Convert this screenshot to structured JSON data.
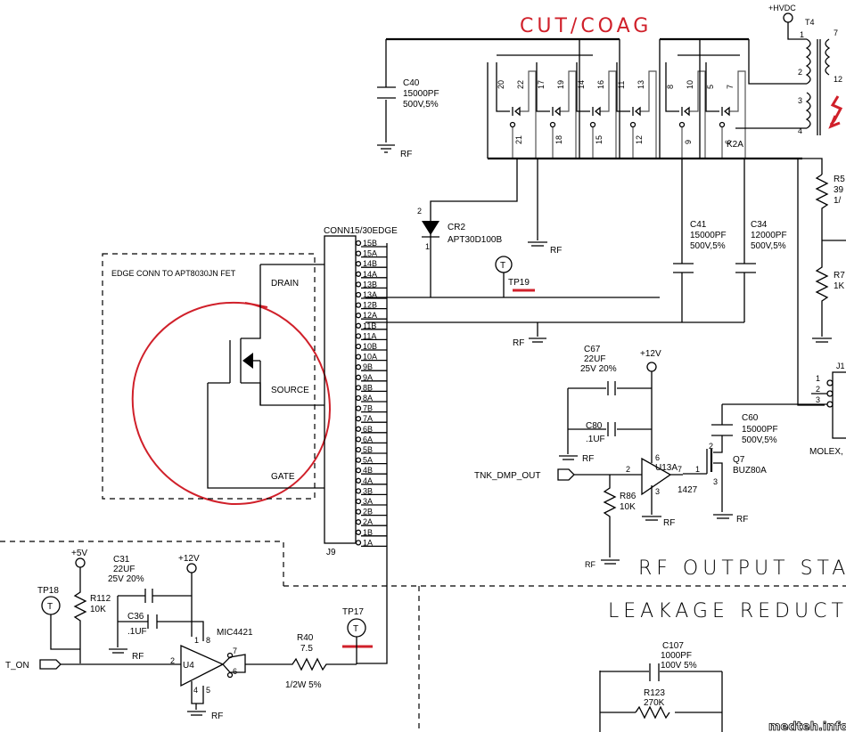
{
  "annotations": {
    "title_red": "CUT/COAG",
    "watermark": "medteh.info"
  },
  "sections": {
    "rf_output": "RF OUTPUT STA",
    "leakage": "LEAKAGE REDUCTIO",
    "fet_box": "EDGE CONN TO APT8030JN FET"
  },
  "fet": {
    "drain": "DRAIN",
    "source": "SOURCE",
    "gate": "GATE"
  },
  "power": {
    "hvdc": "+HVDC",
    "v12a": "+12V",
    "v12b": "+12V",
    "v5": "+5V"
  },
  "ground": "RF",
  "connector": {
    "name": "CONN15/30EDGE",
    "ref": "J9",
    "pins": [
      "15B",
      "15A",
      "14B",
      "14A",
      "13B",
      "13A",
      "12B",
      "12A",
      "11B",
      "11A",
      "10B",
      "10A",
      "9B",
      "9A",
      "8B",
      "8A",
      "7B",
      "7A",
      "6B",
      "6A",
      "5B",
      "5A",
      "4B",
      "4A",
      "3B",
      "3A",
      "2B",
      "2A",
      "1B",
      "1A"
    ]
  },
  "relay": {
    "ref": "K2A",
    "top_pins": [
      "20",
      "22",
      "17",
      "19",
      "14",
      "16",
      "11",
      "13",
      "8",
      "10",
      "5",
      "7"
    ],
    "bottom_pins": [
      "21",
      "18",
      "15",
      "12",
      "9",
      "6"
    ]
  },
  "transformer": {
    "ref": "T4",
    "pins": [
      "1",
      "2",
      "3",
      "4",
      "7",
      "12"
    ]
  },
  "components": {
    "c40": [
      "C40",
      "15000PF",
      "500V,5%"
    ],
    "c41": [
      "C41",
      "15000PF",
      "500V,5%"
    ],
    "c34": [
      "C34",
      "12000PF",
      "500V,5%"
    ],
    "cr2": [
      "CR2",
      "APT30D100B"
    ],
    "cr2_pins": [
      "2",
      "1"
    ],
    "tp19": "TP19",
    "tp18": "TP18",
    "tp17": "TP17",
    "r5x": [
      "R5",
      "39",
      "1/"
    ],
    "r7x": [
      "R7",
      "1K"
    ],
    "c67": [
      "C67",
      "22UF",
      "25V  20%"
    ],
    "c80": [
      "C80",
      ".1UF"
    ],
    "u13a": "U13A",
    "u13a_part": "1427",
    "u13a_pins": [
      "2",
      "6",
      "7",
      "3"
    ],
    "tnk": "TNK_DMP_OUT",
    "r86": [
      "R86",
      "10K"
    ],
    "c60": [
      "C60",
      "15000PF",
      "500V,5%"
    ],
    "q7": [
      "Q7",
      "BUZ80A"
    ],
    "q7_pins": [
      "1",
      "2",
      "3"
    ],
    "molex": "MOLEX,",
    "molex_ref": "J1",
    "molex_pins": [
      "1",
      "2",
      "3"
    ],
    "c31": [
      "C31",
      "22UF",
      "25V  20%"
    ],
    "c36": [
      "C36",
      ".1UF"
    ],
    "r112": [
      "R112",
      "10K"
    ],
    "mic": "MIC4421",
    "u4": "U4",
    "u4_pins": [
      "2",
      "1",
      "8",
      "7",
      "6",
      "4",
      "5"
    ],
    "t_on": "T_ON",
    "r40": [
      "R40",
      "7.5",
      "1/2W  5%"
    ],
    "c107": [
      "C107",
      "1000PF",
      "100V  5%"
    ],
    "r123": [
      "R123",
      "270K"
    ]
  }
}
